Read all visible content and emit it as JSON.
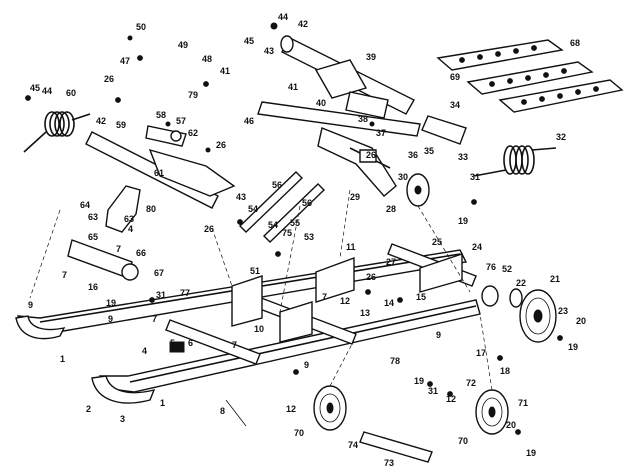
{
  "callouts": [
    {
      "id": "c50",
      "label": "50"
    },
    {
      "id": "c44a",
      "label": "44"
    },
    {
      "id": "c42a",
      "label": "42"
    },
    {
      "id": "c45a",
      "label": "45"
    },
    {
      "id": "c43a",
      "label": "43"
    },
    {
      "id": "c49",
      "label": "49"
    },
    {
      "id": "c47",
      "label": "47"
    },
    {
      "id": "c48",
      "label": "48"
    },
    {
      "id": "c41a",
      "label": "41"
    },
    {
      "id": "c79",
      "label": "79"
    },
    {
      "id": "c39",
      "label": "39"
    },
    {
      "id": "c41b",
      "label": "41"
    },
    {
      "id": "c68",
      "label": "68"
    },
    {
      "id": "c69",
      "label": "69"
    },
    {
      "id": "c45b",
      "label": "45"
    },
    {
      "id": "c44b",
      "label": "44"
    },
    {
      "id": "c60",
      "label": "60"
    },
    {
      "id": "c26a",
      "label": "26"
    },
    {
      "id": "c42b",
      "label": "42"
    },
    {
      "id": "c59",
      "label": "59"
    },
    {
      "id": "c46",
      "label": "46"
    },
    {
      "id": "c40",
      "label": "40"
    },
    {
      "id": "c34",
      "label": "34"
    },
    {
      "id": "c38",
      "label": "38"
    },
    {
      "id": "c37",
      "label": "37"
    },
    {
      "id": "c58",
      "label": "58"
    },
    {
      "id": "c57",
      "label": "57"
    },
    {
      "id": "c62",
      "label": "62"
    },
    {
      "id": "c26b",
      "label": "26"
    },
    {
      "id": "c32",
      "label": "32"
    },
    {
      "id": "c26c",
      "label": "26"
    },
    {
      "id": "c36",
      "label": "36"
    },
    {
      "id": "c35",
      "label": "35"
    },
    {
      "id": "c33",
      "label": "33"
    },
    {
      "id": "c30",
      "label": "30"
    },
    {
      "id": "c61",
      "label": "61"
    },
    {
      "id": "c56a",
      "label": "56"
    },
    {
      "id": "c29",
      "label": "29"
    },
    {
      "id": "c31a",
      "label": "31"
    },
    {
      "id": "c28",
      "label": "28"
    },
    {
      "id": "c19a",
      "label": "19"
    },
    {
      "id": "c56b",
      "label": "56"
    },
    {
      "id": "c64",
      "label": "64"
    },
    {
      "id": "c80",
      "label": "80"
    },
    {
      "id": "c43b",
      "label": "43"
    },
    {
      "id": "c54a",
      "label": "54"
    },
    {
      "id": "c63a",
      "label": "63"
    },
    {
      "id": "c63b",
      "label": "63"
    },
    {
      "id": "c55",
      "label": "55"
    },
    {
      "id": "c4a",
      "label": "4"
    },
    {
      "id": "c26d",
      "label": "26"
    },
    {
      "id": "c54b",
      "label": "54"
    },
    {
      "id": "c75",
      "label": "75"
    },
    {
      "id": "c53",
      "label": "53"
    },
    {
      "id": "c65",
      "label": "65"
    },
    {
      "id": "c11",
      "label": "11"
    },
    {
      "id": "c25",
      "label": "25"
    },
    {
      "id": "c24",
      "label": "24"
    },
    {
      "id": "c66",
      "label": "66"
    },
    {
      "id": "c7a",
      "label": "7"
    },
    {
      "id": "c51",
      "label": "51"
    },
    {
      "id": "c27",
      "label": "27"
    },
    {
      "id": "c7b",
      "label": "7"
    },
    {
      "id": "c26e",
      "label": "26"
    },
    {
      "id": "c76",
      "label": "76"
    },
    {
      "id": "c52",
      "label": "52"
    },
    {
      "id": "c21",
      "label": "21"
    },
    {
      "id": "c67",
      "label": "67"
    },
    {
      "id": "c16",
      "label": "16"
    },
    {
      "id": "c22",
      "label": "22"
    },
    {
      "id": "c9a",
      "label": "9"
    },
    {
      "id": "c31b",
      "label": "31"
    },
    {
      "id": "c77",
      "label": "77"
    },
    {
      "id": "c19b",
      "label": "19"
    },
    {
      "id": "c7c",
      "label": "7"
    },
    {
      "id": "c12a",
      "label": "12"
    },
    {
      "id": "c14",
      "label": "14"
    },
    {
      "id": "c15",
      "label": "15"
    },
    {
      "id": "c9b",
      "label": "9"
    },
    {
      "id": "c13",
      "label": "13"
    },
    {
      "id": "c23",
      "label": "23"
    },
    {
      "id": "c10",
      "label": "10"
    },
    {
      "id": "c7d",
      "label": "7"
    },
    {
      "id": "c20a",
      "label": "20"
    },
    {
      "id": "c9c",
      "label": "9"
    },
    {
      "id": "c17",
      "label": "17"
    },
    {
      "id": "c19c",
      "label": "19"
    },
    {
      "id": "c18",
      "label": "18"
    },
    {
      "id": "c4b",
      "label": "4"
    },
    {
      "id": "c5",
      "label": "5"
    },
    {
      "id": "c6",
      "label": "6"
    },
    {
      "id": "c7e",
      "label": "7"
    },
    {
      "id": "c78",
      "label": "78"
    },
    {
      "id": "c1a",
      "label": "1"
    },
    {
      "id": "c9d",
      "label": "9"
    },
    {
      "id": "c19d",
      "label": "19"
    },
    {
      "id": "c31c",
      "label": "31"
    },
    {
      "id": "c72",
      "label": "72"
    },
    {
      "id": "c12b",
      "label": "12"
    },
    {
      "id": "c1b",
      "label": "1"
    },
    {
      "id": "c2",
      "label": "2"
    },
    {
      "id": "c3",
      "label": "3"
    },
    {
      "id": "c8",
      "label": "8"
    },
    {
      "id": "c71",
      "label": "71"
    },
    {
      "id": "c70a",
      "label": "70"
    },
    {
      "id": "c12c",
      "label": "12"
    },
    {
      "id": "c74",
      "label": "74"
    },
    {
      "id": "c70b",
      "label": "70"
    },
    {
      "id": "c20b",
      "label": "20"
    },
    {
      "id": "c19e",
      "label": "19"
    },
    {
      "id": "c73",
      "label": "73"
    }
  ]
}
